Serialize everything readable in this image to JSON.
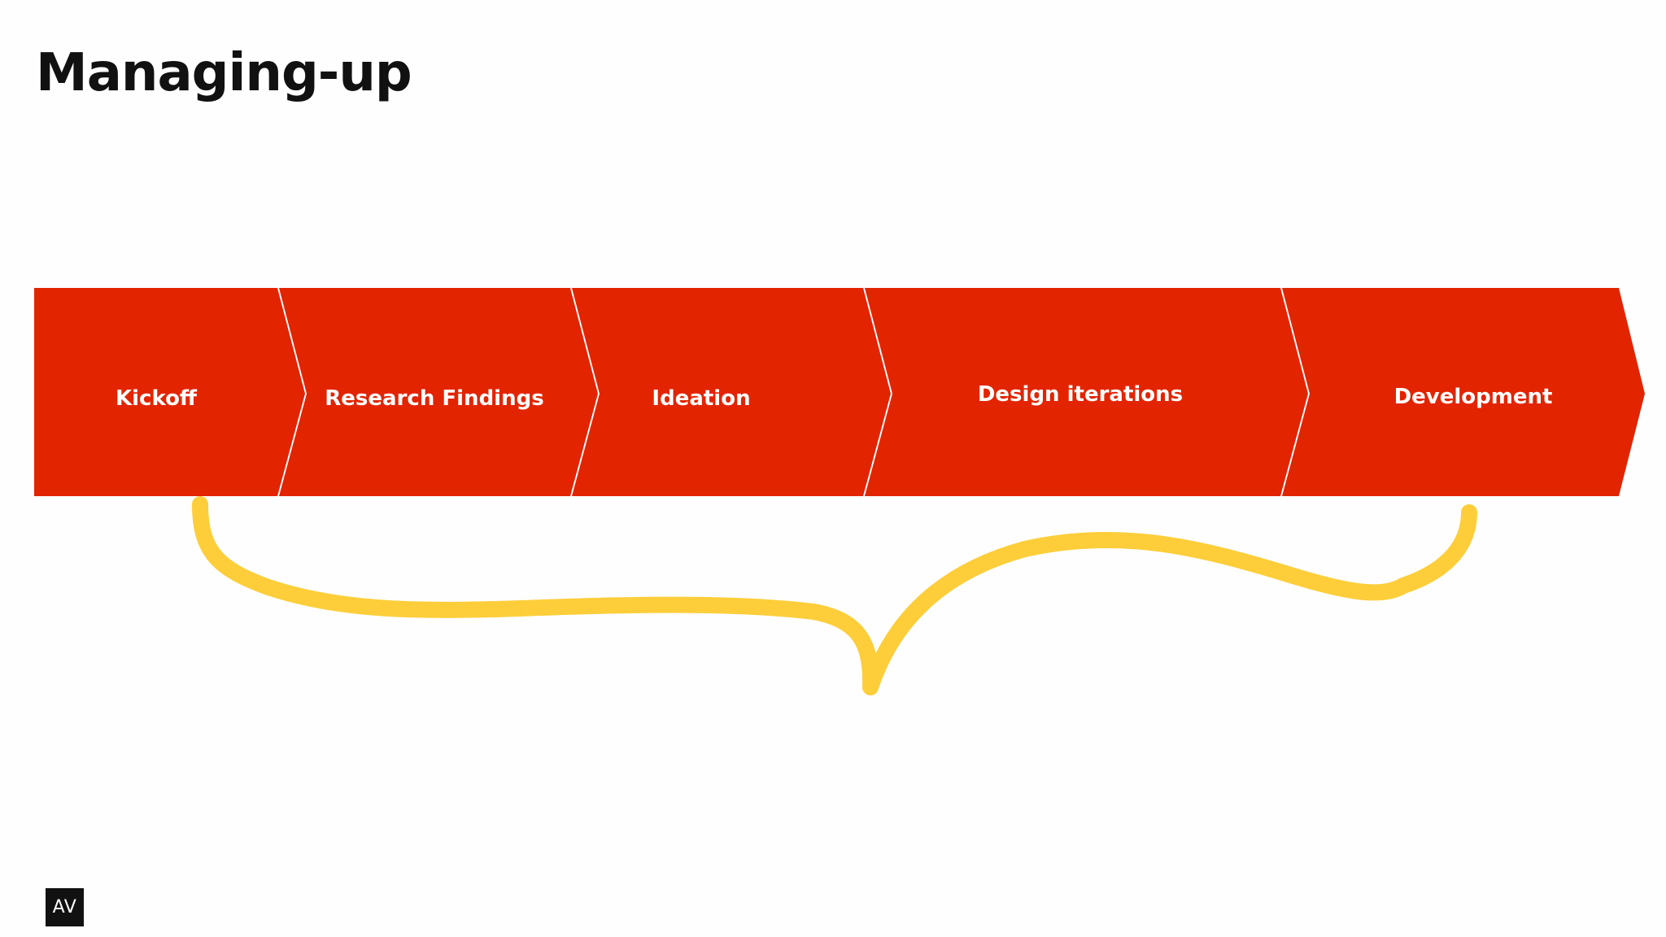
{
  "slide": {
    "title": "Managing-up"
  },
  "process": {
    "color": "#e32400",
    "separator_color": "#ffffff",
    "stages": [
      {
        "label": "Kickoff"
      },
      {
        "label": "Research Findings"
      },
      {
        "label": "Ideation"
      },
      {
        "label": "Design iterations"
      },
      {
        "label": "Development"
      }
    ]
  },
  "brace": {
    "color": "#fdce3a"
  },
  "logo": {
    "text": "AV"
  }
}
